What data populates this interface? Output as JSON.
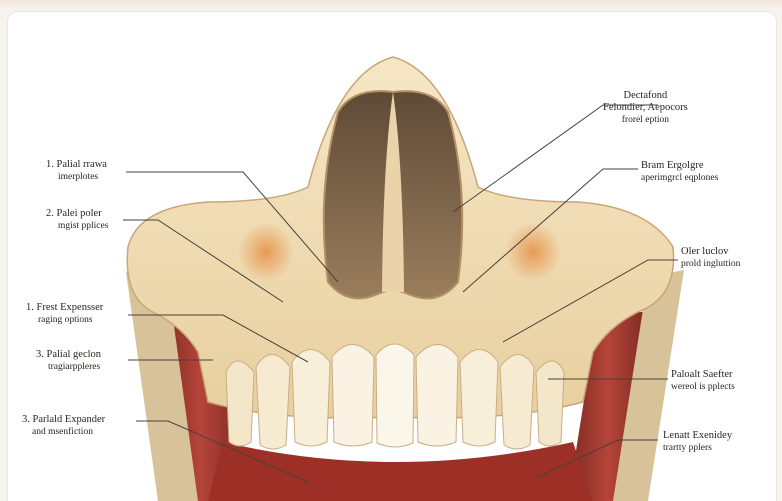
{
  "labels": {
    "left": [
      {
        "line1": "1. Palial rrawa",
        "line2": "imerplotes"
      },
      {
        "line1": "2. Palei poler",
        "line2": "mgist pplices"
      },
      {
        "line1": "1. Frest Expensser",
        "line2": "raging options"
      },
      {
        "line1": "3. Palial geclon",
        "line2": "tragiarppleres"
      },
      {
        "line1": "3. Parlald Expander",
        "line2": "and msenfiction"
      }
    ],
    "top_right": {
      "line1": "Dectafond",
      "line2": "Felondier, Aepocors",
      "line3": "frorel eption"
    },
    "right": [
      {
        "line1": "Bram Ergolgre",
        "line2": "aperimgrcl eqplones"
      },
      {
        "line1": "Oler luclov",
        "line2": "prold ingluttion"
      },
      {
        "line1": "Paloalt Saefter",
        "line2": "wereol is pplects"
      },
      {
        "line1": "Lenatt Exenidey",
        "line2": "trartty pplers"
      }
    ]
  },
  "colors": {
    "bone": "#f1ddb4",
    "bone_shadow": "#d9b98a",
    "cavity": "#7a6248",
    "muscle": "#a8362c",
    "tooth": "#f8efdb",
    "leader": "#4a403a"
  }
}
